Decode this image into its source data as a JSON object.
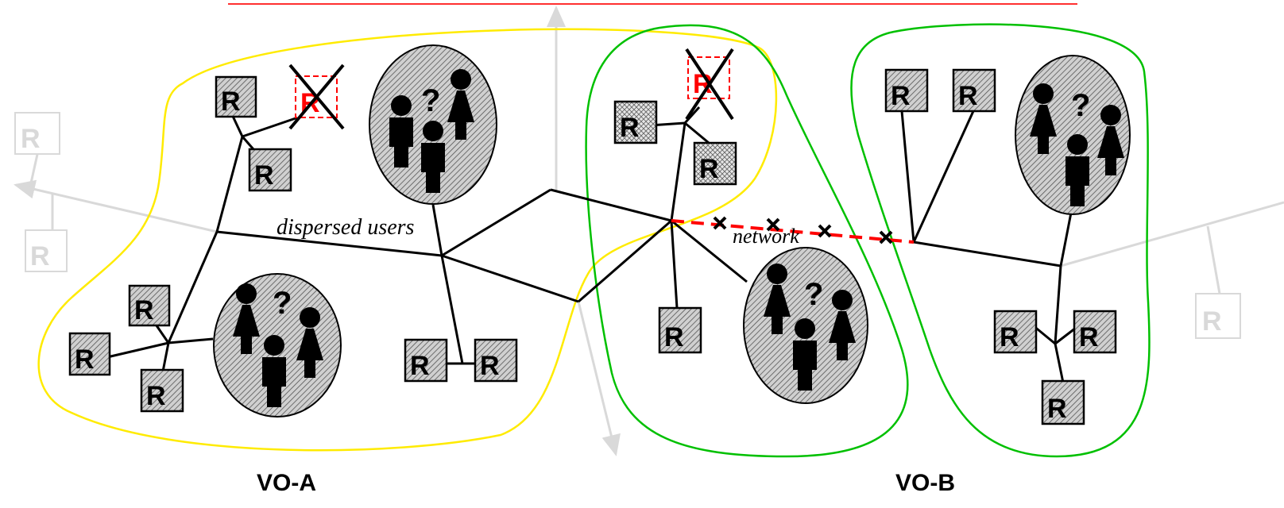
{
  "labels": {
    "dispersed_users": "dispersed users",
    "network": "network",
    "vo_a": "VO-A",
    "vo_b": "VO-B",
    "resource": "R",
    "unknown": "?"
  },
  "colors": {
    "vo_a_outline": "#ffeb00",
    "vo_b_outline": "#00c000",
    "failed": "#ff0000",
    "faded": "#d9d9d9",
    "link": "#000000",
    "top_rule": "#ff3030"
  },
  "icons": {
    "failed_marker": "x-cross-icon",
    "user_group": "people-group-icon",
    "resource": "resource-box-icon"
  }
}
